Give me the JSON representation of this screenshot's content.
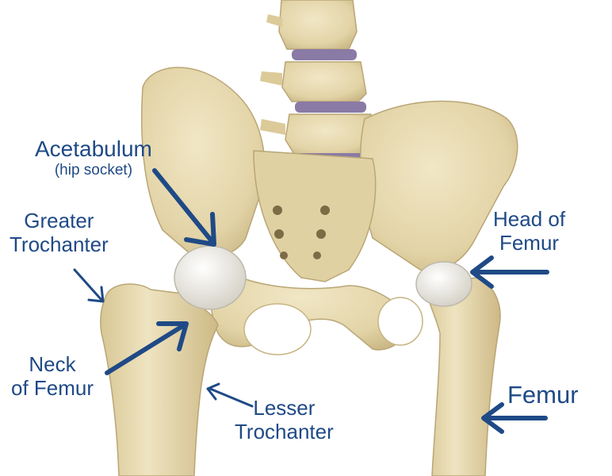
{
  "labels": {
    "acetabulum": {
      "line1": "Acetabulum",
      "line2": "(hip socket)"
    },
    "greater_trochanter": {
      "line1": "Greater",
      "line2": "Trochanter"
    },
    "head_of_femur": {
      "line1": "Head of",
      "line2": "Femur"
    },
    "neck_of_femur": {
      "line1": "Neck",
      "line2": "of Femur"
    },
    "lesser_trochanter": {
      "line1": "Lesser",
      "line2": "Trochanter"
    },
    "femur": "Femur"
  },
  "colors": {
    "label_text": "#1f4a86",
    "arrow": "#1f4a86",
    "bone": "#e6d9b0",
    "bone_shadow": "#c9b789",
    "cartilage": "#e9e6dc",
    "disc": "#8a7aa6",
    "background": "#ffffff"
  }
}
